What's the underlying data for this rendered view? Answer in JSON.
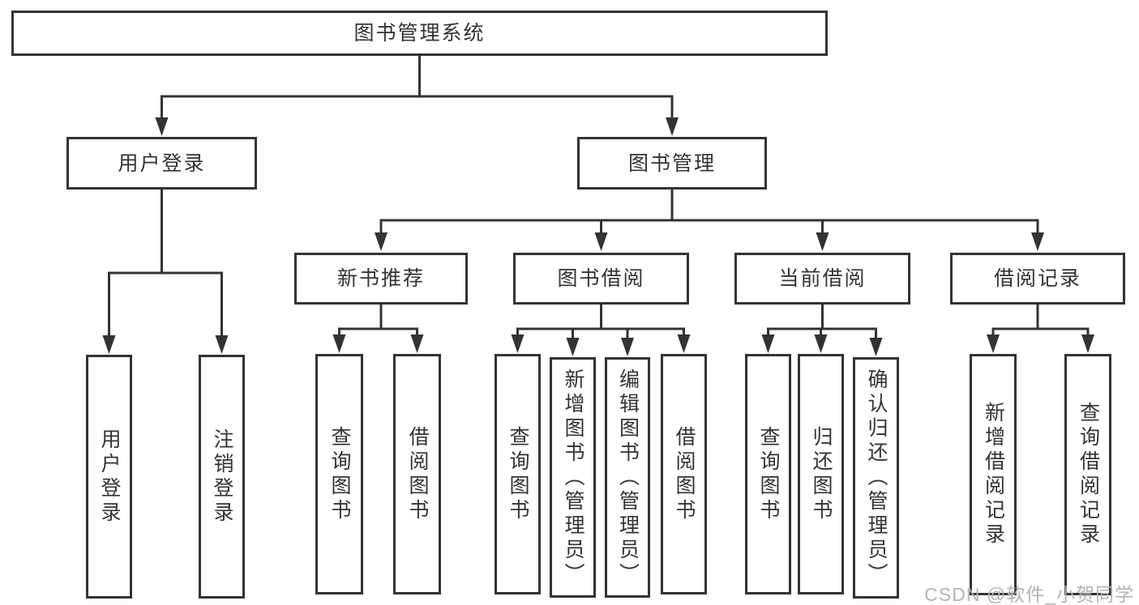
{
  "tree": {
    "root": {
      "label": "图书管理系统",
      "children": [
        {
          "label": "用户登录",
          "children": [
            {
              "label": "用户登录"
            },
            {
              "label": "注销登录"
            }
          ]
        },
        {
          "label": "图书管理",
          "children": [
            {
              "label": "新书推荐",
              "children": [
                {
                  "label": "查询图书"
                },
                {
                  "label": "借阅图书"
                }
              ]
            },
            {
              "label": "图书借阅",
              "children": [
                {
                  "label": "查询图书"
                },
                {
                  "label": "新增图书（管理员）"
                },
                {
                  "label": "编辑图书（管理员）"
                },
                {
                  "label": "借阅图书"
                }
              ]
            },
            {
              "label": "当前借阅",
              "children": [
                {
                  "label": "查询图书"
                },
                {
                  "label": "归还图书"
                },
                {
                  "label": "确认归还（管理员）"
                }
              ]
            },
            {
              "label": "借阅记录",
              "children": [
                {
                  "label": "新增借阅记录"
                },
                {
                  "label": "查询借阅记录"
                }
              ]
            }
          ]
        }
      ]
    }
  },
  "watermark": "CSDN @软件_小贺同学",
  "colors": {
    "line": "#333333",
    "text": "#333333",
    "background": "#ffffff",
    "watermark": "#b3b3b3"
  }
}
